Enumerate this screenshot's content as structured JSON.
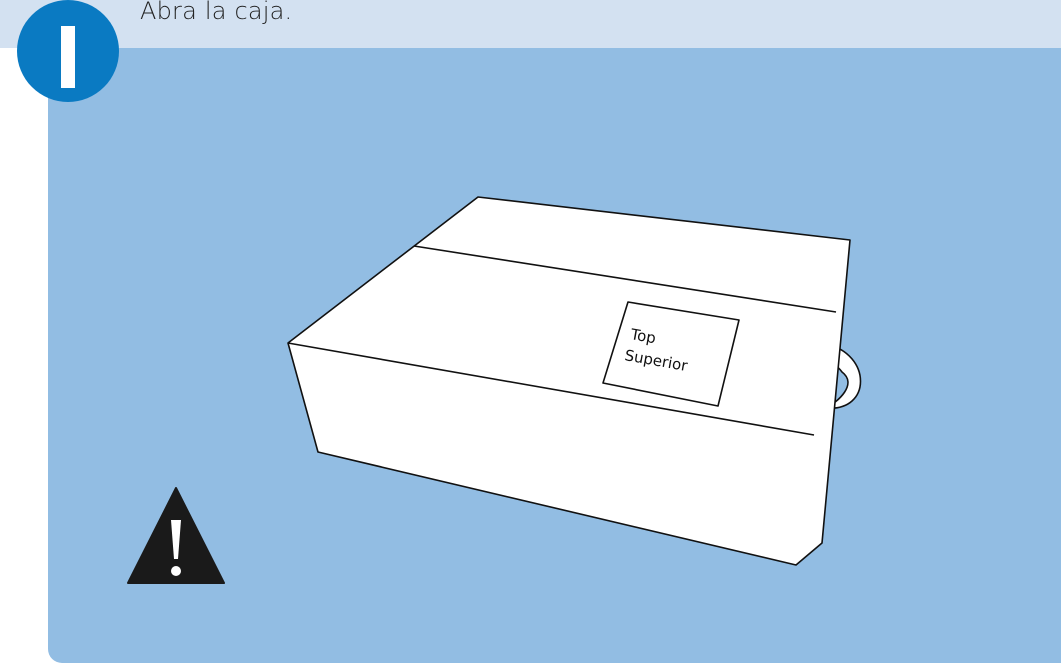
{
  "step": {
    "number": "1",
    "instruction": "Abra la caja."
  },
  "box": {
    "label_line1": "Top",
    "label_line2": "Superior"
  },
  "warning": {
    "icon": "warning-icon"
  },
  "colors": {
    "header_band": "#d3e1f1",
    "panel": "#92bde3",
    "badge": "#0a7ac2"
  }
}
